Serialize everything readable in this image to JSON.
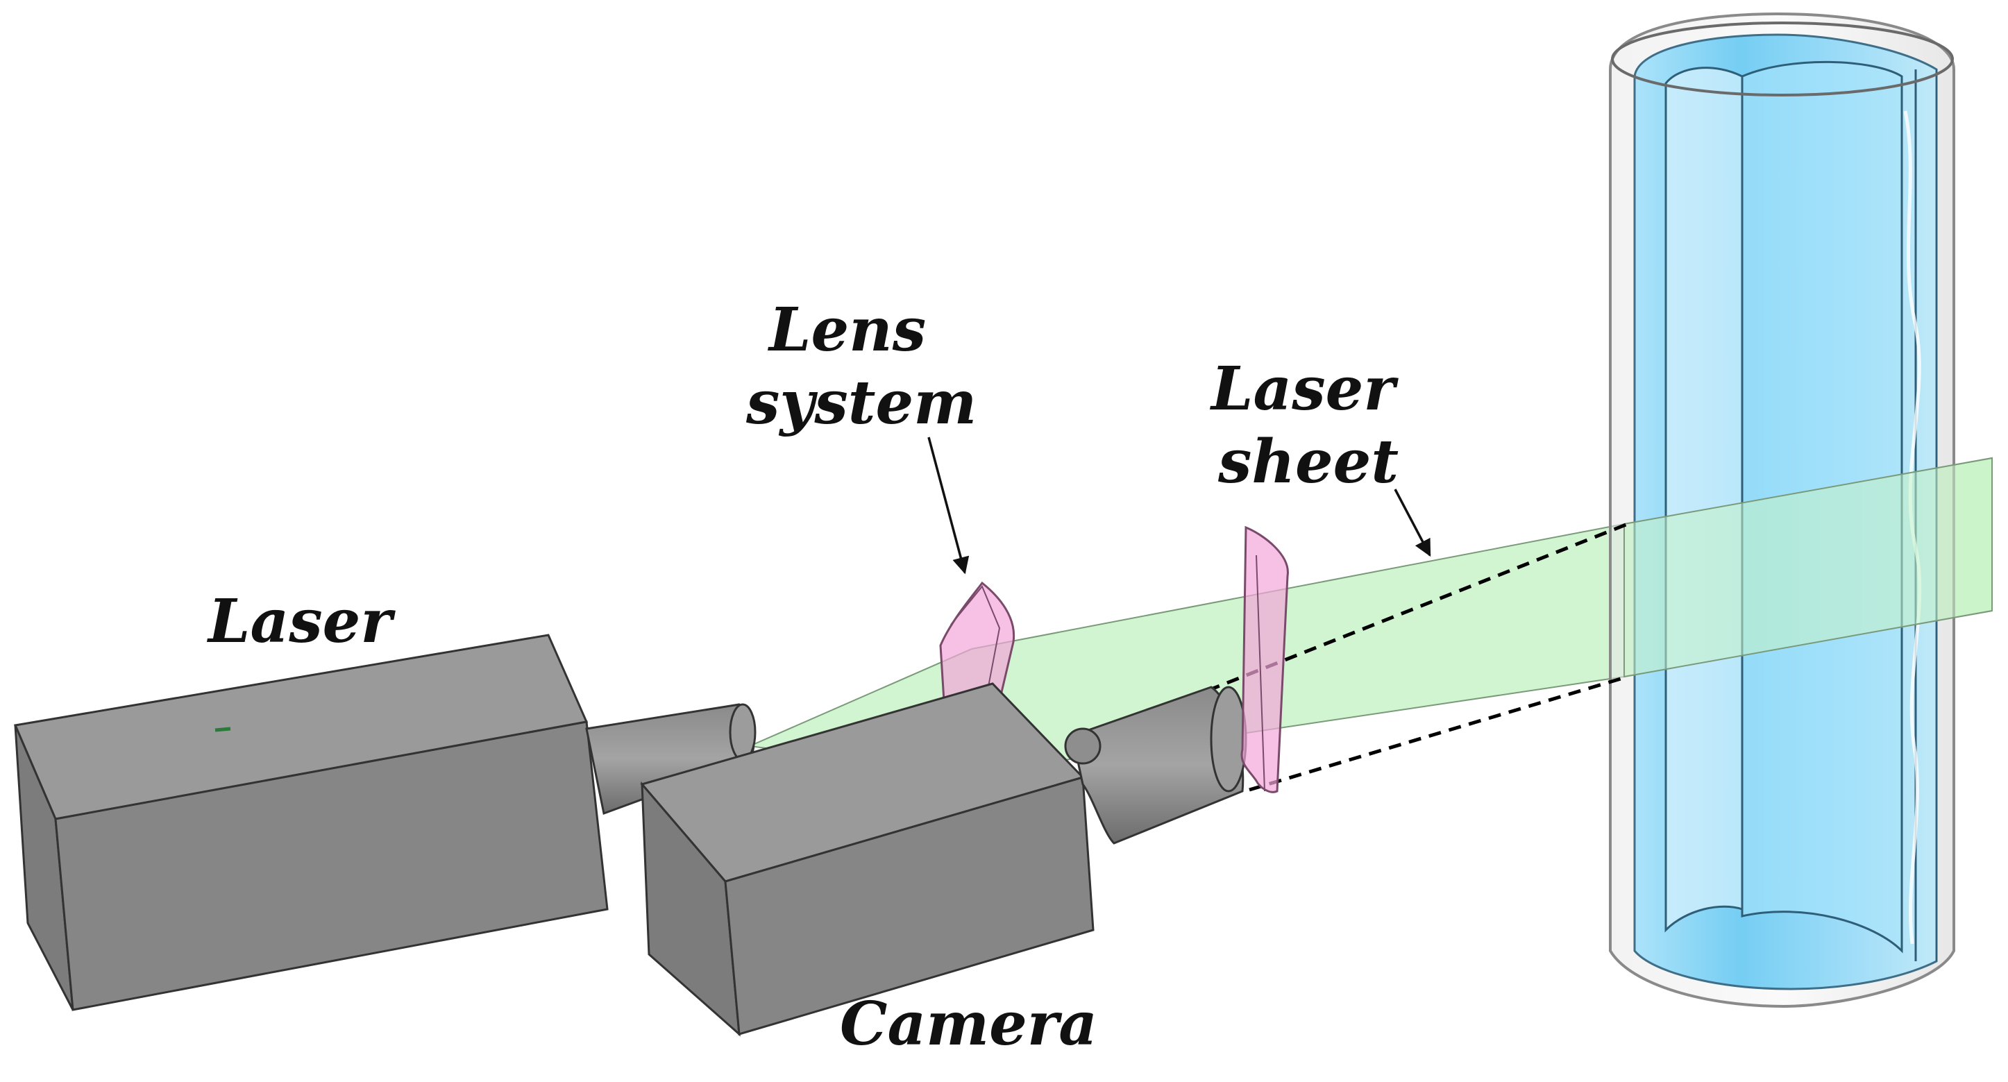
{
  "labels": {
    "lens_line1": "Lens",
    "lens_line2": "system",
    "sheet_line1": "Laser",
    "sheet_line2": "sheet",
    "laser": "Laser",
    "camera": "Camera"
  },
  "colors": {
    "housing": "#7f7f7f",
    "housing_top": "#9a9a9a",
    "edge": "#3a3a3a",
    "laser_sheet": "#bff0bf",
    "lens": "#f2a6d8",
    "film": "#6fd0f4",
    "tube": "#dcdcdc"
  }
}
